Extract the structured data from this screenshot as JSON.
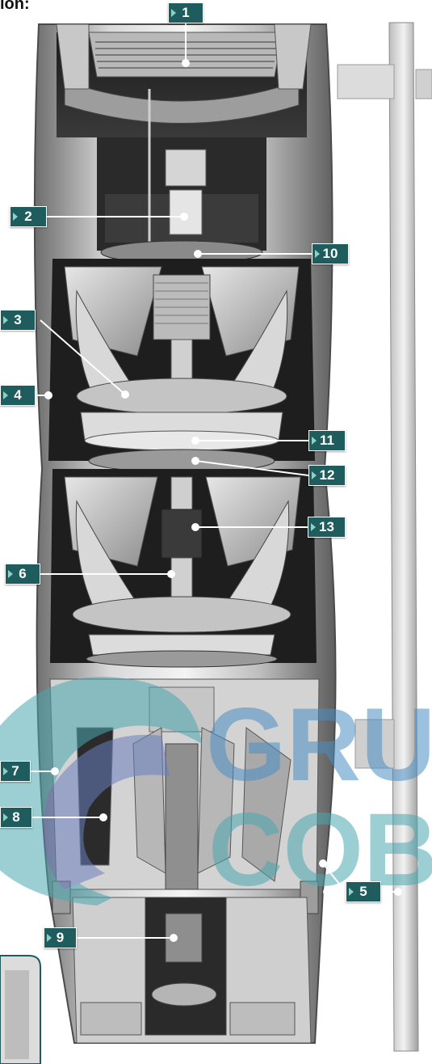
{
  "header": {
    "partial_title": "ion:"
  },
  "watermark": {
    "line1": "GRU",
    "line2": "COB"
  },
  "colors": {
    "callout_bg": "#1f5c5e",
    "leader": "#ffffff",
    "watermark": "#4a8fc4",
    "metal": "#9a9a9a"
  },
  "callouts": [
    {
      "id": "1",
      "label": "1"
    },
    {
      "id": "2",
      "label": "2"
    },
    {
      "id": "3",
      "label": "3"
    },
    {
      "id": "4",
      "label": "4"
    },
    {
      "id": "5",
      "label": "5"
    },
    {
      "id": "6",
      "label": "6"
    },
    {
      "id": "7",
      "label": "7"
    },
    {
      "id": "8",
      "label": "8"
    },
    {
      "id": "9",
      "label": "9"
    },
    {
      "id": "10",
      "label": "10"
    },
    {
      "id": "11",
      "label": "11"
    },
    {
      "id": "12",
      "label": "12"
    },
    {
      "id": "13",
      "label": "13"
    }
  ]
}
